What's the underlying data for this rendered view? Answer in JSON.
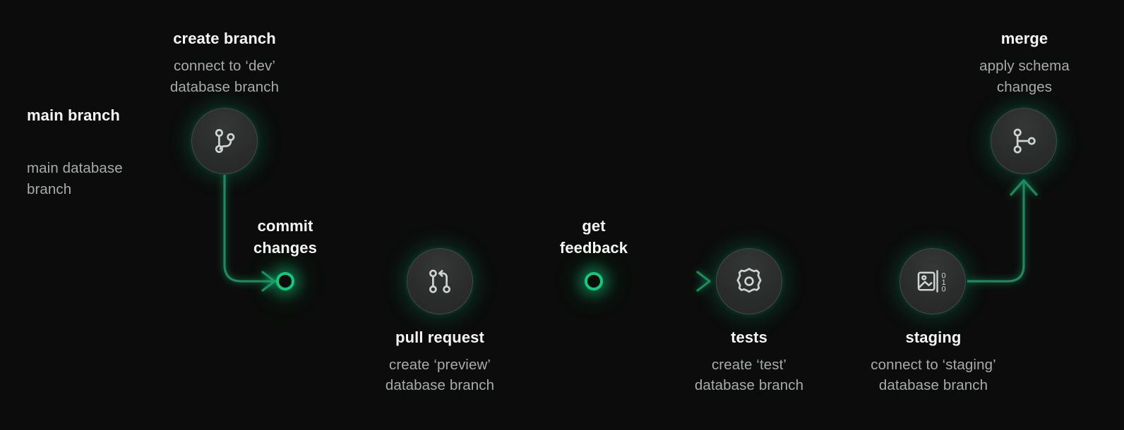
{
  "diagram": {
    "title": "git branching workflow with database branches",
    "background_color": "#0b0c0b",
    "accent_color": "#12c97e",
    "line_color": "#19875c",
    "text_primary": "#f4f5f4",
    "text_secondary": "#a7abaa"
  },
  "main_track": {
    "branch_label": "main branch",
    "database_label_line1": "main database",
    "database_label_line2": "branch",
    "solid_line_name": "main-branch-line",
    "dashed_line_name": "main-database-branch-line"
  },
  "nodes": [
    {
      "id": "create-branch",
      "icon": "git-branch-icon",
      "kind": "circle-node",
      "title": "create branch",
      "sub_line1": "connect to ‘dev’",
      "sub_line2": "database branch",
      "label_position": "above"
    },
    {
      "id": "merge",
      "icon": "git-merge-icon",
      "kind": "circle-node",
      "title": "merge",
      "sub_line1": "apply schema",
      "sub_line2": "changes",
      "label_position": "above"
    },
    {
      "id": "commit-changes",
      "icon": "commit-dot-icon",
      "kind": "ring-node",
      "title": "commit",
      "sub_line1": "changes",
      "sub_line2": "",
      "label_position": "above"
    },
    {
      "id": "pull-request",
      "icon": "git-pull-request-icon",
      "kind": "circle-node",
      "title": "pull request",
      "sub_line1": "create ‘preview’",
      "sub_line2": "database branch",
      "label_position": "below"
    },
    {
      "id": "get-feedback",
      "icon": "commit-dot-icon",
      "kind": "ring-node",
      "title": "get",
      "sub_line1": "feedback",
      "sub_line2": "",
      "label_position": "above"
    },
    {
      "id": "tests",
      "icon": "gear-icon",
      "kind": "circle-node",
      "title": "tests",
      "sub_line1": "create ‘test’",
      "sub_line2": "database branch",
      "label_position": "below"
    },
    {
      "id": "staging",
      "icon": "image-binary-icon",
      "kind": "circle-node",
      "title": "staging",
      "sub_line1": "connect to ‘staging’",
      "sub_line2": "database branch",
      "label_position": "below"
    }
  ],
  "labels": {
    "create_branch_title": "create branch",
    "create_branch_sub1": "connect to ‘dev’",
    "create_branch_sub2": "database branch",
    "merge_title": "merge",
    "merge_sub1": "apply schema",
    "merge_sub2": "changes",
    "commit_title1": "commit",
    "commit_title2": "changes",
    "feedback_title1": "get",
    "feedback_title2": "feedback",
    "pull_request_title": "pull request",
    "pull_request_sub1": "create ‘preview’",
    "pull_request_sub2": "database branch",
    "tests_title": "tests",
    "tests_sub1": "create ‘test’",
    "tests_sub2": "database branch",
    "staging_title": "staging",
    "staging_sub1": "connect to ‘staging’",
    "staging_sub2": "database branch",
    "main_branch": "main branch",
    "main_db_1": "main database",
    "main_db_2": "branch"
  },
  "icons": {
    "staging_binary": [
      "0",
      "1",
      "0"
    ]
  }
}
